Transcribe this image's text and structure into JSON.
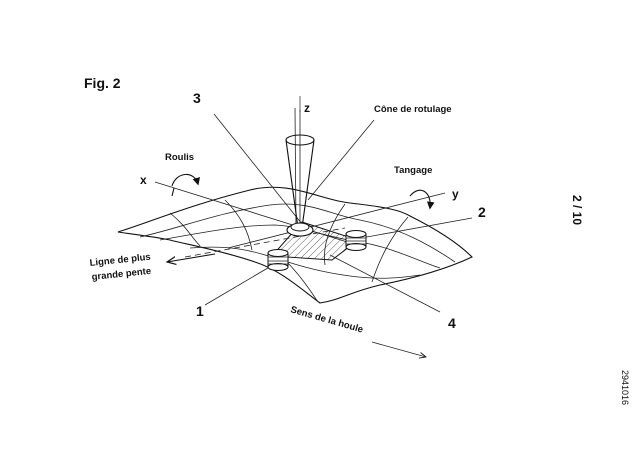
{
  "figure": {
    "title": "Fig. 2",
    "sheet": "2 / 10",
    "doc_number": "2941016"
  },
  "labels": {
    "z": "z",
    "x": "x",
    "y": "y",
    "cone": "Cône de rotulage",
    "roulis": "Roulis",
    "tangage": "Tangage",
    "pente_line1": "Ligne de plus",
    "pente_line2": "grande pente",
    "houle": "Sens de la houle"
  },
  "refs": {
    "r1": "1",
    "r2": "2",
    "r3": "3",
    "r4": "4"
  }
}
